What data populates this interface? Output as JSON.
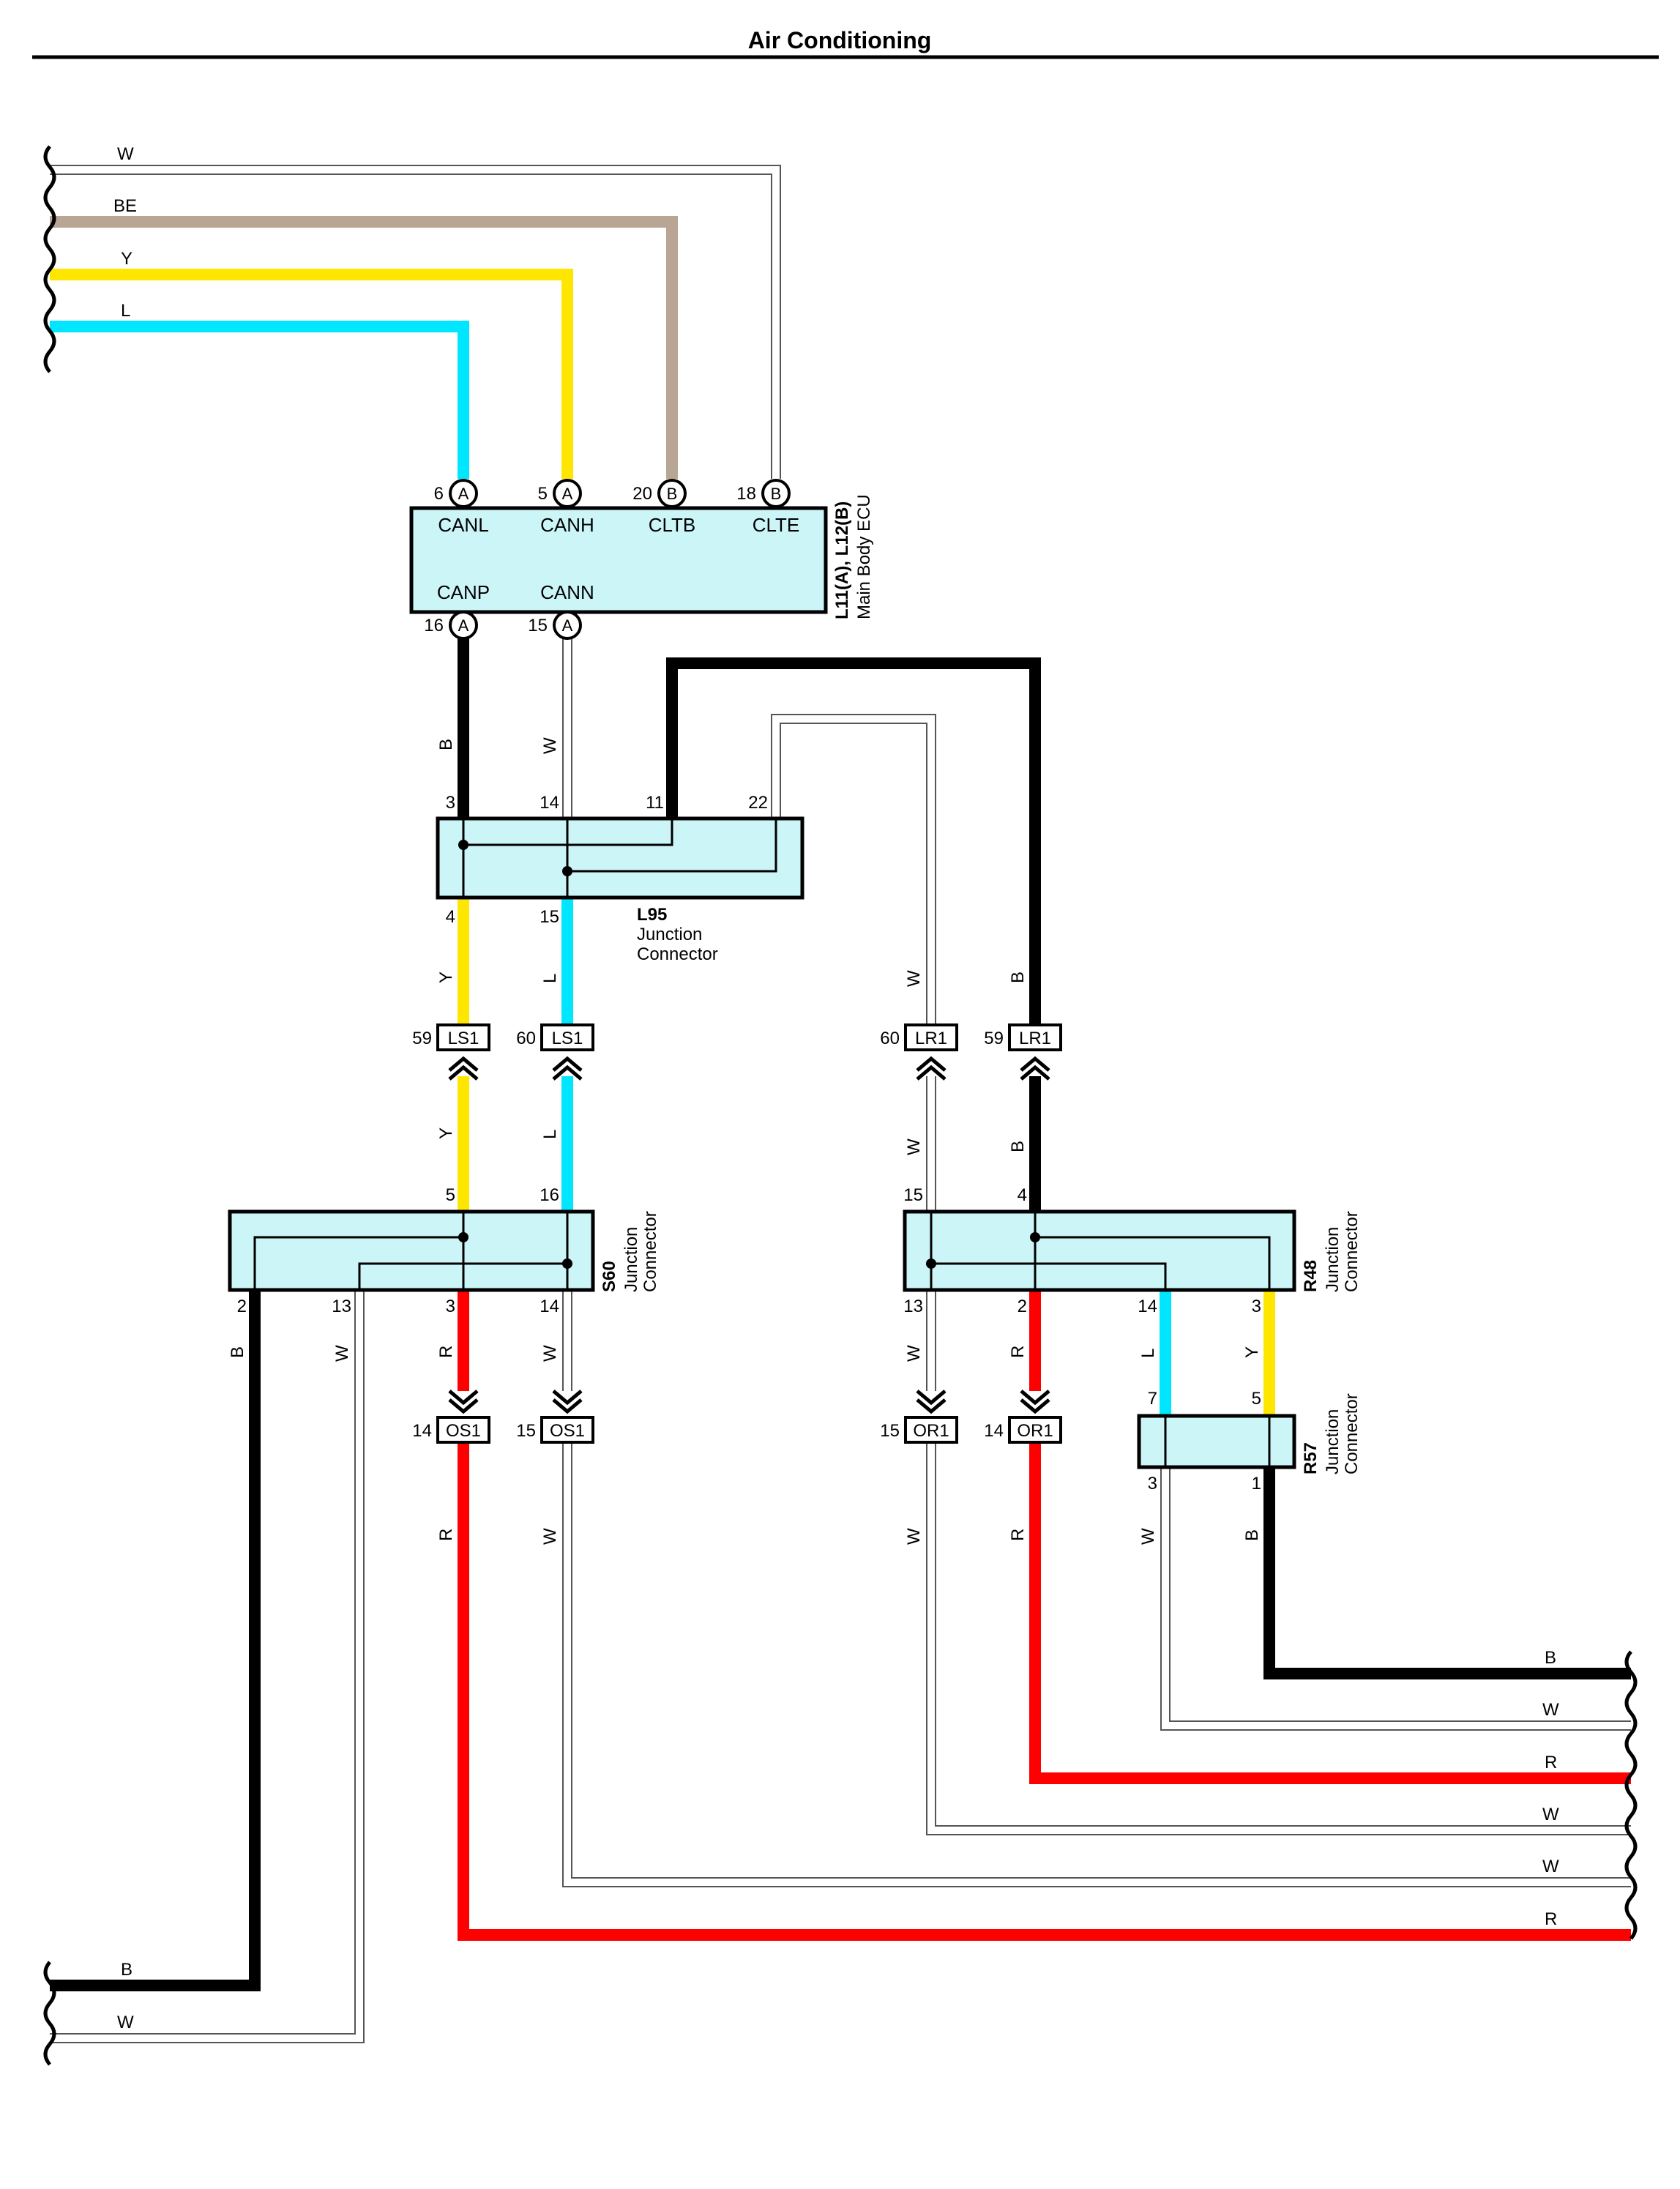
{
  "title": "Air Conditioning",
  "ecu": {
    "name": "L11(A), L12(B)",
    "desc": "Main Body ECU",
    "pins_top": [
      {
        "num": "6",
        "conn": "A",
        "signal": "CANL"
      },
      {
        "num": "5",
        "conn": "A",
        "signal": "CANH"
      },
      {
        "num": "20",
        "conn": "B",
        "signal": "CLTB"
      },
      {
        "num": "18",
        "conn": "B",
        "signal": "CLTE"
      }
    ],
    "pins_bottom": [
      {
        "num": "16",
        "conn": "A",
        "signal": "CANP"
      },
      {
        "num": "15",
        "conn": "A",
        "signal": "CANN"
      }
    ]
  },
  "left_wires": [
    "W",
    "BE",
    "Y",
    "L"
  ],
  "left_bottom_wires": [
    "B",
    "W"
  ],
  "right_wires": [
    "B",
    "W",
    "R",
    "W",
    "W",
    "R"
  ],
  "l95": {
    "name": "L95",
    "line1": "Junction",
    "line2": "Connector",
    "top_pins": [
      "3",
      "14",
      "11",
      "22"
    ],
    "bottom_pins": [
      "4",
      "15"
    ]
  },
  "s60": {
    "name": "S60",
    "line1": "Junction",
    "line2": "Connector",
    "top_pins": [
      "5",
      "16"
    ],
    "bottom_pins": [
      "2",
      "13",
      "3",
      "14"
    ]
  },
  "r48": {
    "name": "R48",
    "line1": "Junction",
    "line2": "Connector",
    "top_pins": [
      "15",
      "4"
    ],
    "bottom_pins": [
      "13",
      "2",
      "14",
      "3"
    ]
  },
  "r57": {
    "name": "R57",
    "line1": "Junction",
    "line2": "Connector",
    "top_pins": [
      "7",
      "5"
    ],
    "bottom_pins": [
      "3",
      "1"
    ]
  },
  "inline_connectors": [
    {
      "num": "59",
      "id": "LS1"
    },
    {
      "num": "60",
      "id": "LS1"
    },
    {
      "num": "60",
      "id": "LR1"
    },
    {
      "num": "59",
      "id": "LR1"
    },
    {
      "num": "14",
      "id": "OS1"
    },
    {
      "num": "15",
      "id": "OS1"
    },
    {
      "num": "15",
      "id": "OR1"
    },
    {
      "num": "14",
      "id": "OR1"
    }
  ],
  "wire_colors": {
    "ecu_to_l95": [
      "B",
      "W"
    ],
    "l95_to_ls1": [
      "Y",
      "L"
    ],
    "ls1_to_s60": [
      "Y",
      "L"
    ],
    "lr1_upper": [
      "W",
      "B"
    ],
    "lr1_lower": [
      "W",
      "B"
    ],
    "s60_bottom": [
      "B",
      "W",
      "R",
      "W"
    ],
    "os1_lower": [
      "R",
      "W"
    ],
    "r48_bottom": [
      "W",
      "R",
      "L",
      "Y"
    ],
    "or1_lower": [
      "W",
      "R"
    ],
    "r57_lower": [
      "W",
      "B"
    ]
  },
  "colors": {
    "W": "#ffffff",
    "BE": "#b8a593",
    "Y": "#ffe600",
    "L": "#00e6ff",
    "B": "#000000",
    "R": "#ff0000",
    "box": "#ccf5f8"
  }
}
